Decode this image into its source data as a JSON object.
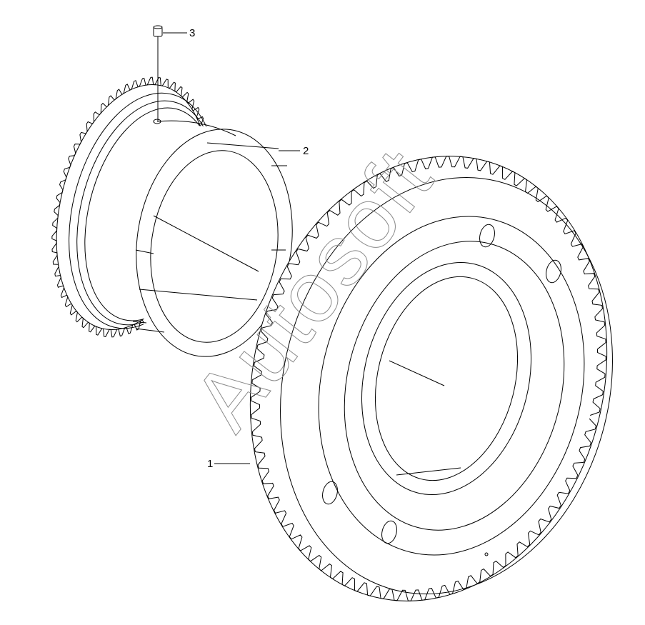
{
  "callouts": [
    {
      "number": "1",
      "part": "large-gear"
    },
    {
      "number": "2",
      "part": "sleeve"
    },
    {
      "number": "3",
      "part": "pin"
    }
  ],
  "watermark": {
    "text": "Autosoft"
  },
  "colors": {
    "line": "#000000",
    "background": "#ffffff",
    "watermark": "#8a8a8a"
  }
}
